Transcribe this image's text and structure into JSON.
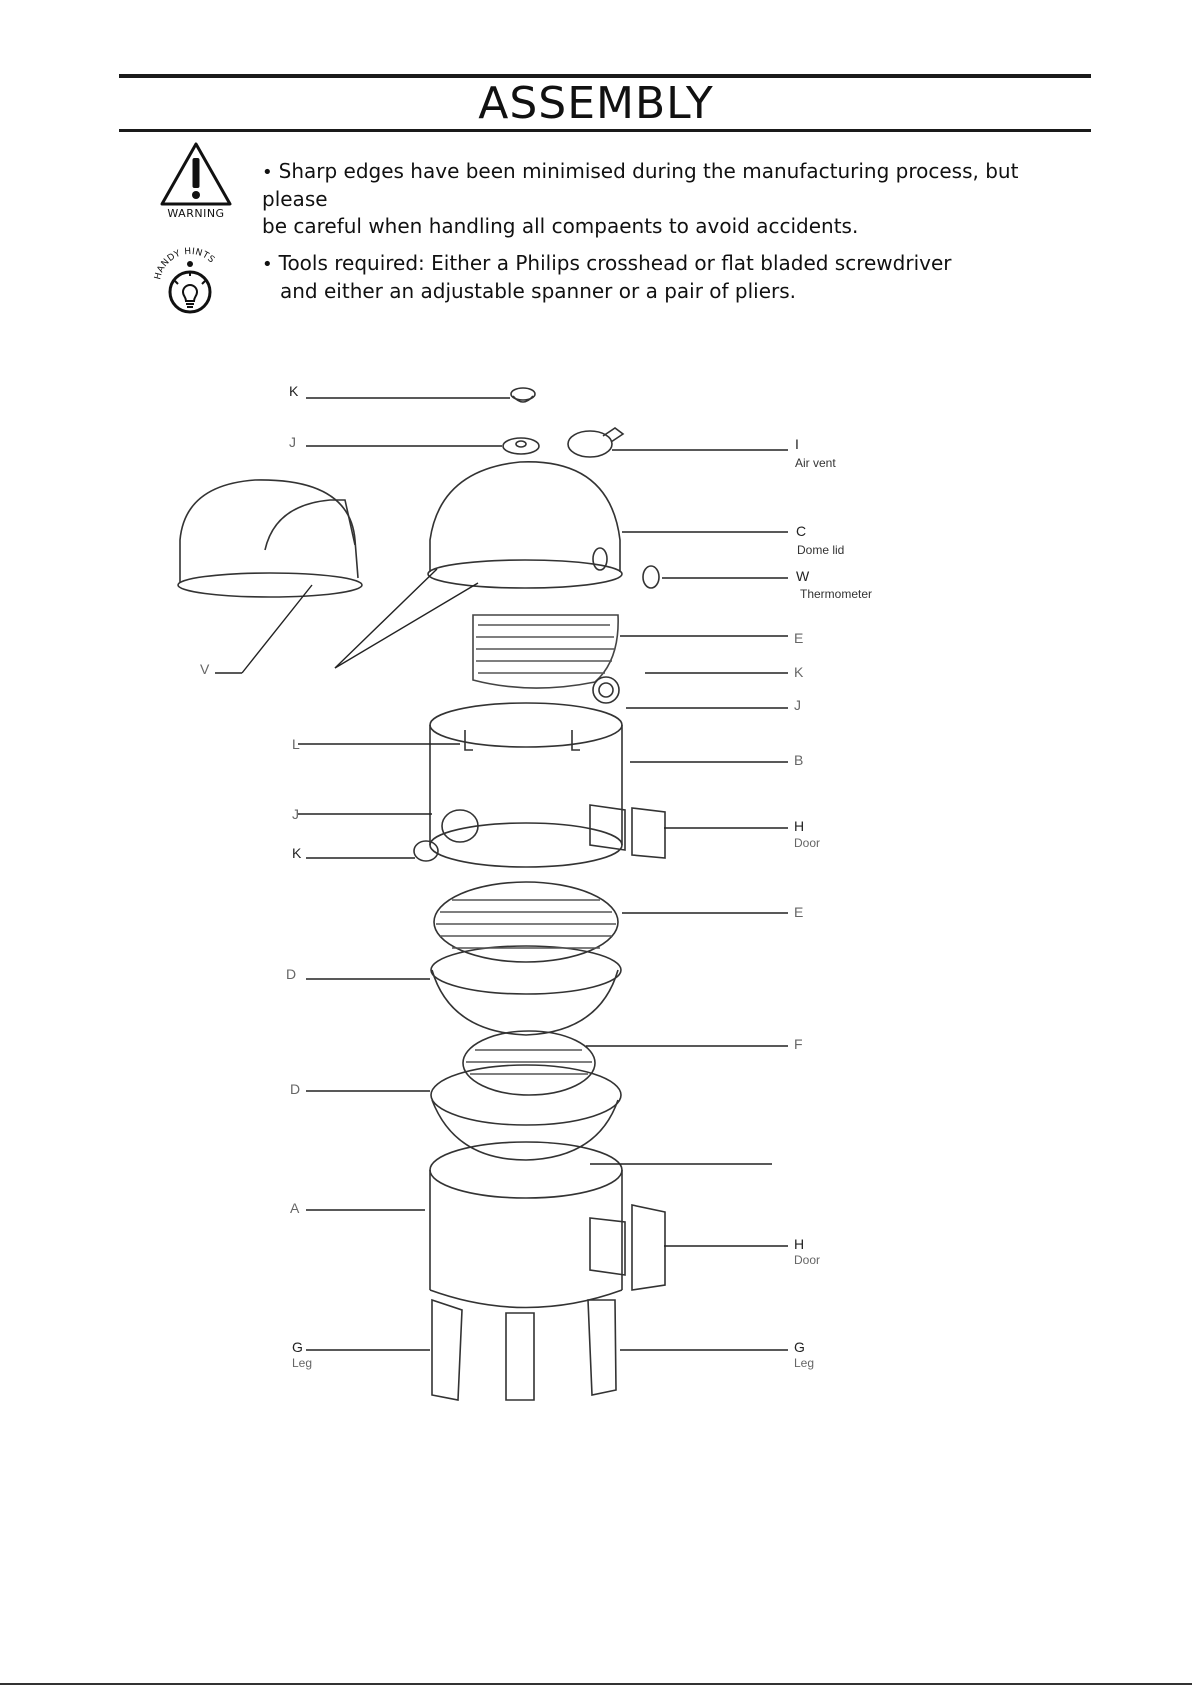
{
  "header": {
    "title": "ASSEMBLY"
  },
  "notes": {
    "warning_text_line1": "Sharp edges have been minimised during the manufacturing process, but please",
    "warning_text_line2": "be careful when handling all compaents to avoid accidents.",
    "hint_text_line1": "Tools required: Either a Philips crosshead or flat bladed screwdriver",
    "hint_text_line2": "and either an adjustable spanner or a pair of pliers."
  },
  "icons": {
    "warning_icon": "warning-triangle-icon",
    "warning_label": "WARNING",
    "hint_icon": "lightbulb-icon",
    "hint_label": "HANDY HINTS"
  },
  "labels": {
    "K_top": "K",
    "J_top": "J",
    "I": "I",
    "I_sub": "Air vent",
    "C": "C",
    "C_sub": "Dome lid",
    "W": "W",
    "W_sub": "Thermometer",
    "V": "V",
    "E_top": "E",
    "K_right": "K",
    "J_right": "J",
    "L": "L",
    "B": "B",
    "J_left": "J",
    "H_top": "H",
    "H_top_sub": "Door",
    "K_left": "K",
    "E_mid": "E",
    "D_top": "D",
    "F": "F",
    "D_bottom": "D",
    "A": "A",
    "H_bottom": "H",
    "H_bottom_sub": "Door",
    "G_left": "G",
    "G_left_sub": "Leg",
    "G_right": "G",
    "G_right_sub": "Leg"
  },
  "colors": {
    "ink": "#1a1a1a",
    "line": "#333333"
  }
}
